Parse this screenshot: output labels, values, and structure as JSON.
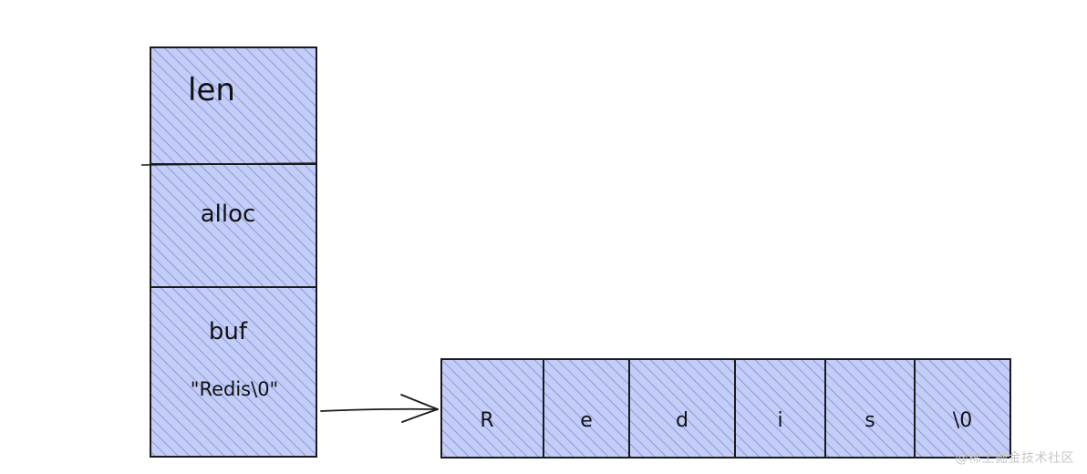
{
  "struct": {
    "fields": [
      {
        "label": "len"
      },
      {
        "label": "alloc"
      },
      {
        "label": "buf",
        "value": "\"Redis\\0\""
      }
    ]
  },
  "array": {
    "cells": [
      "R",
      "e",
      "d",
      "i",
      "s",
      "\\0"
    ]
  },
  "colors": {
    "fill": "#bcc8f5",
    "hatch": "#5b6fd6",
    "stroke": "#1a1a1a"
  },
  "watermark": "@稀土掘金技术社区"
}
